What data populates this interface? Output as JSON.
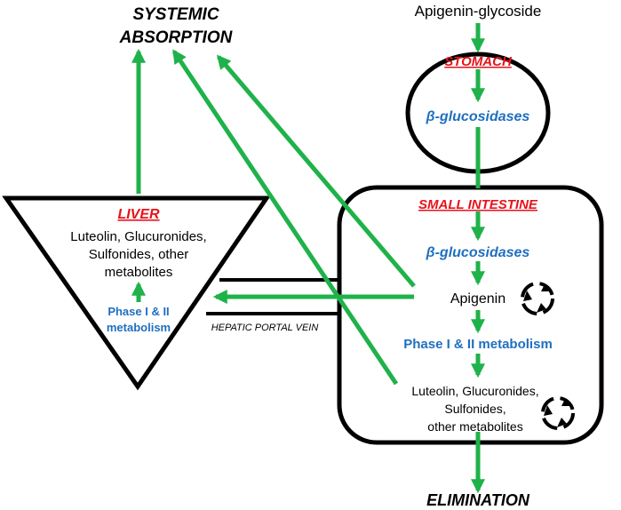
{
  "diagram": {
    "top_input": "Apigenin-glycoside",
    "systemic_absorption": [
      "SYSTEMIC",
      "ABSORPTION"
    ],
    "elimination": "ELIMINATION",
    "stomach": {
      "title": "STOMACH",
      "enzyme": "β-glucosidases"
    },
    "small_intestine": {
      "title": "SMALL INTESTINE",
      "enzyme": "β-glucosidases",
      "apigenin": "Apigenin",
      "metabolism": "Phase I & II metabolism",
      "metabolites": [
        "Luteolin, Glucuronides,",
        "Sulfonides,",
        "other metabolites"
      ],
      "recycle_icon": "recycle-icon"
    },
    "liver": {
      "title": "LIVER",
      "metabolites": [
        "Luteolin, Glucuronides,",
        "Sulfonides, other",
        "metabolites"
      ],
      "metabolism": [
        "Phase I & II",
        "metabolism"
      ]
    },
    "portal_vein": "HEPATIC PORTAL VEIN",
    "colors": {
      "arrow": "#1fb24a",
      "title_red": "#e8121b",
      "enzyme_blue": "#1f6fc0",
      "outline": "#000000"
    }
  }
}
